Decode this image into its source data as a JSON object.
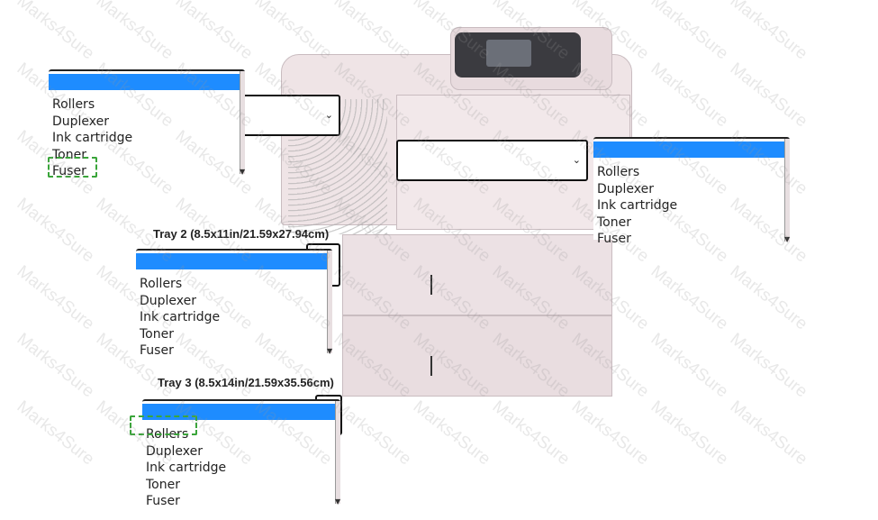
{
  "watermark": "Marks4Sure",
  "options": [
    "Rollers",
    "Duplexer",
    "Ink cartridge",
    "Toner",
    "Fuser"
  ],
  "tray2_label": "Tray 2 (8.5x11in/21.59x27.94cm)",
  "tray3_label": "Tray 3 (8.5x14in/21.59x35.56cm)",
  "colors": {
    "highlight": "#1e8cff",
    "marker": "#3aa53a"
  },
  "marked": {
    "list_top_left": "Fuser",
    "list_tray3": "Rollers"
  }
}
